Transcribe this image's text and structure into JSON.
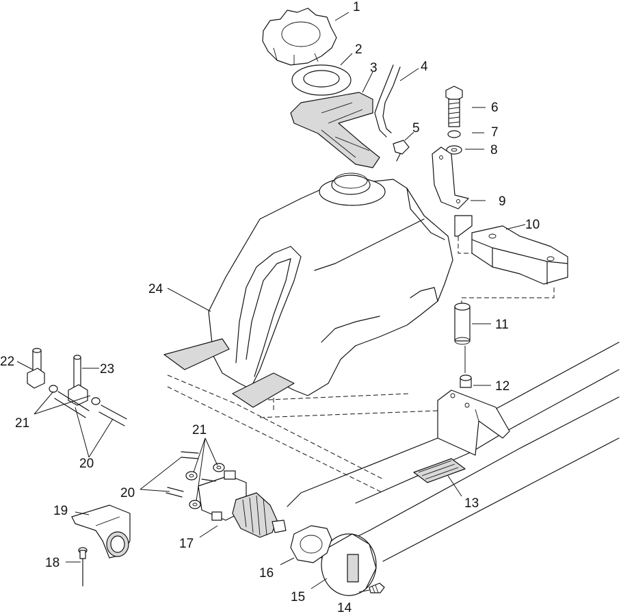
{
  "diagram": {
    "labels": {
      "p1": "1",
      "p2": "2",
      "p3": "3",
      "p4": "4",
      "p5": "5",
      "p6": "6",
      "p7": "7",
      "p8": "8",
      "p9": "9",
      "p10": "10",
      "p11": "11",
      "p12": "12",
      "p13": "13",
      "p14": "14",
      "p15": "15",
      "p16": "16",
      "p17": "17",
      "p18": "18",
      "p19": "19",
      "p20a": "20",
      "p20b": "20",
      "p21a": "21",
      "p21b": "21",
      "p22": "22",
      "p23": "23",
      "p24": "24"
    }
  }
}
